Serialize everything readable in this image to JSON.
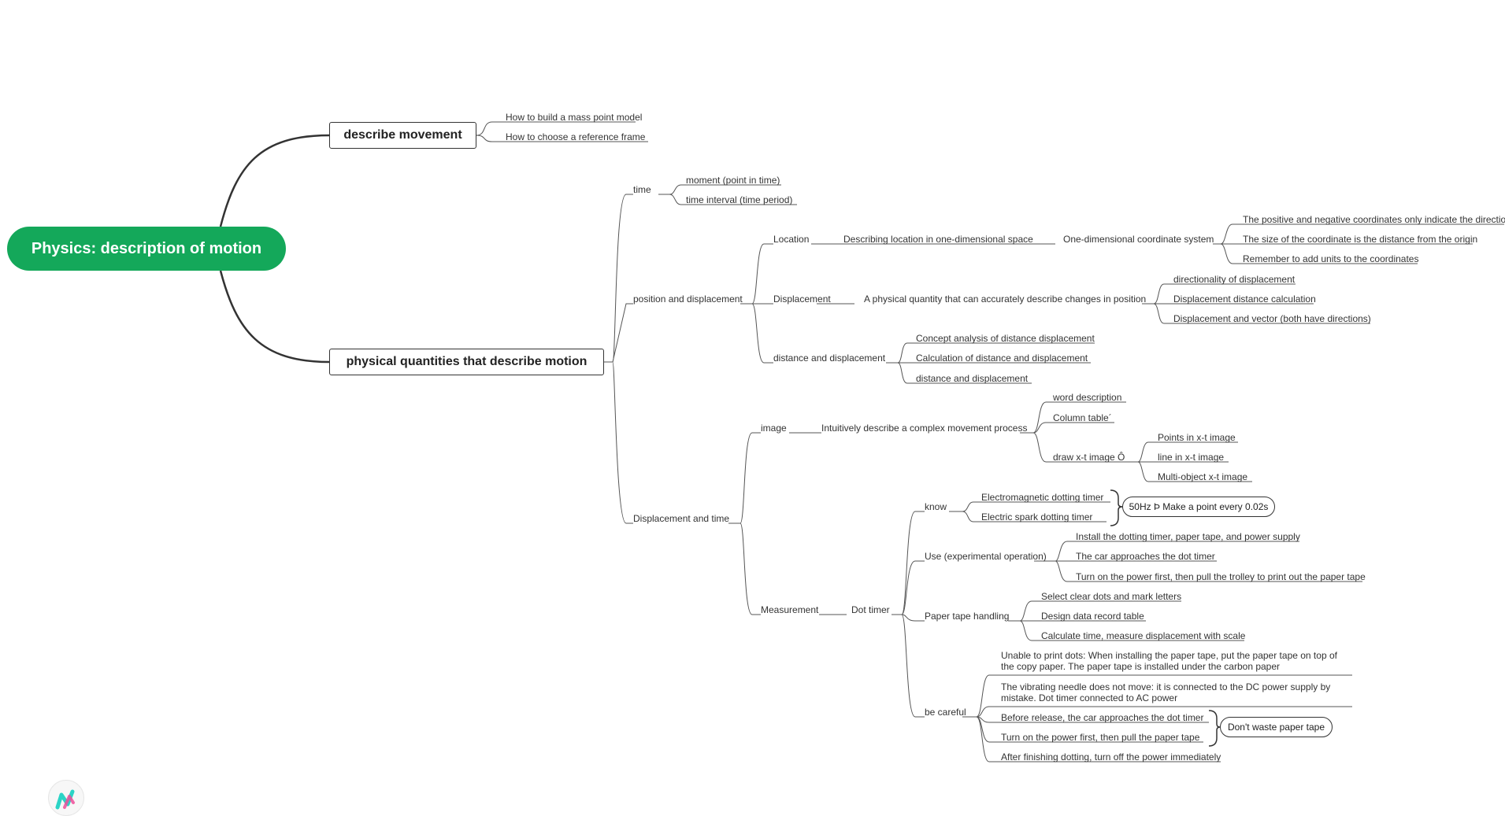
{
  "mindmap": {
    "root": "Physics: description of motion",
    "describe_movement": {
      "label": "describe movement",
      "children": [
        "How to build a mass point model",
        "How to choose a reference frame"
      ]
    },
    "physical_quantities": {
      "label": "physical quantities that describe motion",
      "time": {
        "label": "time",
        "children": [
          "moment (point in time)",
          "time interval (time period)"
        ]
      },
      "position_and_displacement": {
        "label": "position and displacement",
        "location": {
          "label": "Location",
          "detail": "Describing location in one-dimensional space",
          "system": "One-dimensional coordinate system",
          "children": [
            "The positive and negative coordinates only indicate the direction.",
            "The size of the coordinate is the distance from the origin",
            "Remember to add units to the coordinates"
          ]
        },
        "displacement": {
          "label": "Displacement",
          "detail": "A physical quantity that can accurately describe changes in position",
          "children": [
            "directionality of displacement",
            "Displacement distance calculation",
            "Displacement and vector (both have directions)"
          ]
        },
        "distance_and_displacement": {
          "label": "distance and displacement",
          "children": [
            "Concept analysis of distance displacement",
            "Calculation of distance and displacement",
            "distance and displacement"
          ]
        }
      },
      "displacement_and_time": {
        "label": "Displacement and time",
        "image": {
          "label": "image",
          "detail": "Intuitively describe a complex movement process",
          "children": [
            "word description",
            "Column table´"
          ],
          "draw": {
            "label": "draw x-t image Ô",
            "children": [
              "Points in x-t image",
              "line in x-t image",
              "Multi-object x-t image"
            ]
          }
        },
        "measurement": {
          "label": "Measurement",
          "timer": "Dot timer",
          "know": {
            "label": "know",
            "children": [
              "Electromagnetic dotting timer",
              "Electric spark dotting timer"
            ],
            "callout": "50Hz Þ Make a point every 0.02s"
          },
          "use": {
            "label": "Use (experimental operation)",
            "children": [
              "Install the dotting timer, paper tape, and power supply",
              "The car approaches the dot timer",
              "Turn on the power first, then pull the trolley to print out the paper tape"
            ]
          },
          "paper_tape": {
            "label": "Paper tape handling",
            "children": [
              "Select clear dots and mark letters",
              "Design data record table",
              "Calculate time, measure displacement with scale"
            ]
          },
          "careful": {
            "label": "be careful",
            "children": [
              "Unable to print dots: When installing the paper tape, put the paper tape on top of the copy paper. The paper tape is installed under the carbon paper",
              "The vibrating needle does not move: it is connected to the DC power supply by mistake. Dot timer connected to AC power",
              "Before release, the car approaches the dot timer",
              "Turn on the power first, then pull the paper tape",
              "After finishing dotting, turn off the power immediately"
            ],
            "callout": "Don't waste paper tape"
          }
        }
      }
    }
  }
}
